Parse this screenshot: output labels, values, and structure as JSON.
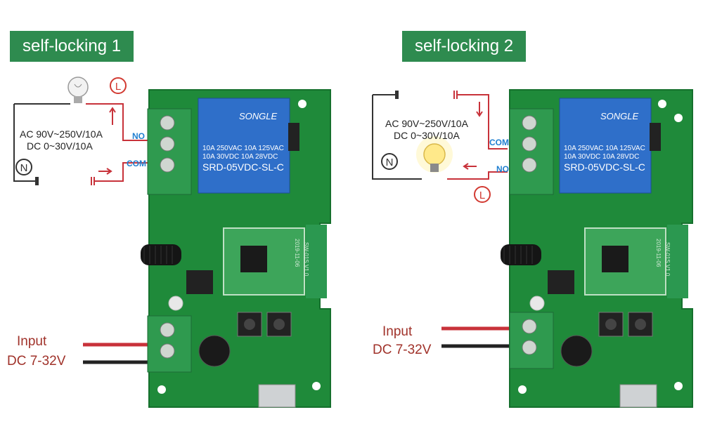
{
  "panels": [
    {
      "title": "self-locking 1",
      "spec_line1": "AC 90V~250V/10A",
      "spec_line2": "DC 0~30V/10A",
      "pin_top": "NO",
      "pin_bottom": "COM",
      "live_symbol": "L",
      "neutral_symbol": "N",
      "input_label": "Input",
      "input_voltage": "DC 7-32V",
      "relay_brand": "SONGLE",
      "relay_model": "SRD-05VDC-SL-C",
      "relay_rating_1": "10A 250VAC  10A 125VAC",
      "relay_rating_2": "10A 30VDC  10A 28VDC",
      "board_silk": "2019-11-06",
      "board_ver": "SW-01S V1.0",
      "lamp_state": "off"
    },
    {
      "title": "self-locking 2",
      "spec_line1": "AC 90V~250V/10A",
      "spec_line2": "DC 0~30V/10A",
      "pin_top": "COM",
      "pin_bottom": "NO",
      "live_symbol": "L",
      "neutral_symbol": "N",
      "input_label": "Input",
      "input_voltage": "DC 7-32V",
      "relay_brand": "SONGLE",
      "relay_model": "SRD-05VDC-SL-C",
      "relay_rating_1": "10A 250VAC  10A 125VAC",
      "relay_rating_2": "10A 30VDC  10A 28VDC",
      "board_silk": "2019-11-06",
      "board_ver": "SW-01S V1.0",
      "lamp_state": "on"
    }
  ],
  "colors": {
    "badge": "#2e8b4f",
    "pcb": "#1f8a3a",
    "relay": "#2f6fc9",
    "live_wire": "#c8323a",
    "input_text": "#a0322a",
    "pin_text": "#1f7fd0"
  }
}
